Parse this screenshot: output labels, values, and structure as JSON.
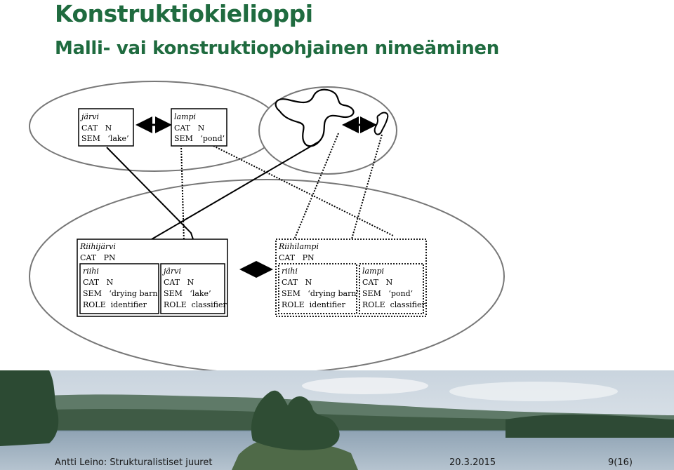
{
  "header": {
    "title": "Konstruktiokielioppi",
    "subtitle": "Malli- vai konstruktiopohjainen nimeäminen"
  },
  "boxes": {
    "jarvi_top": {
      "name": "järvi",
      "cat": "CAT   N",
      "sem": "SEM   ‘lake’"
    },
    "lampi_top": {
      "name": "lampi",
      "cat": "CAT   N",
      "sem": "SEM   ‘pond’"
    },
    "riihijarvi": {
      "name": "Riihijärvi",
      "cat": "CAT   PN",
      "riihi": {
        "name": "riihi",
        "cat": "CAT   N",
        "sem": "SEM   ‘drying barn’",
        "role": "ROLE  identifier"
      },
      "jarvi": {
        "name": "järvi",
        "cat": "CAT   N",
        "sem": "SEM   ‘lake’",
        "role": "ROLE  classifier"
      }
    },
    "riihilampi": {
      "name": "Riihilampi",
      "cat": "CAT   PN",
      "riihi": {
        "name": "riihi",
        "cat": "CAT   N",
        "sem": "SEM   ‘drying barn’",
        "role": "ROLE  identifier"
      },
      "lampi": {
        "name": "lampi",
        "cat": "CAT   N",
        "sem": "SEM   ‘pond’",
        "role": "ROLE  classifier"
      }
    }
  },
  "footer": {
    "author": "Antti Leino: Strukturalistiset juuret",
    "date": "20.3.2015",
    "page": "9(16)"
  },
  "colors": {
    "heading": "#1f6b3f",
    "ellipse_stroke": "#777777",
    "ellipse_fill": "#ffffff"
  }
}
